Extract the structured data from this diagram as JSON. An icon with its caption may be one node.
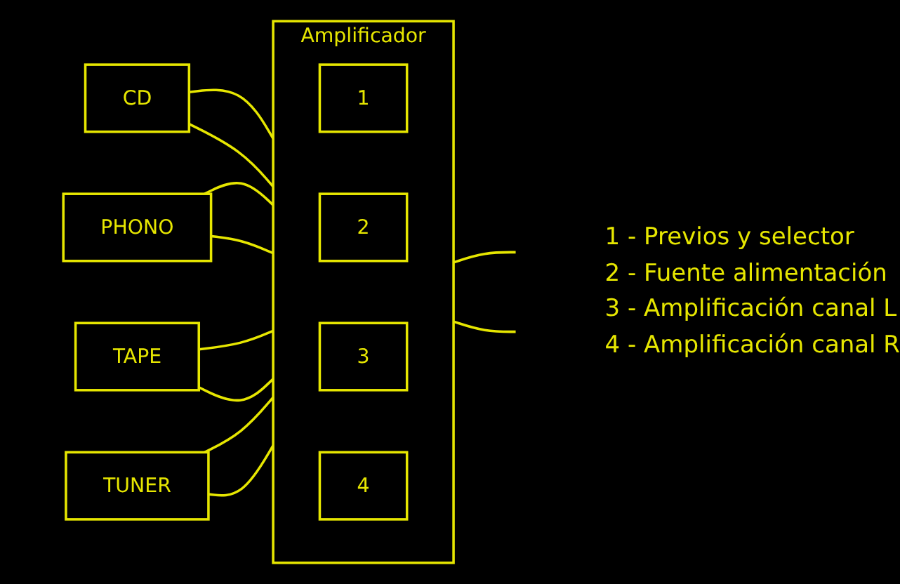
{
  "diagram": {
    "nodes": [
      {
        "text": [
          "CD"
        ]
      },
      {
        "text": [
          "PHONO"
        ]
      },
      {
        "text": [
          "TAPE"
        ]
      },
      {
        "text": [
          "TUNER"
        ]
      },
      {
        "text": [
          "Amplificador"
        ]
      },
      {
        "text": [
          "1"
        ],
        "in": 4
      },
      {
        "text": [
          "2"
        ],
        "in": 4
      },
      {
        "text": [
          "3"
        ],
        "in": 4
      },
      {
        "text": [
          "4"
        ],
        "in": 4
      }
    ],
    "edges": [
      {
        "from": 0,
        "to": 4,
        "arrow": "none"
      },
      {
        "from": 0,
        "to": 4,
        "arrow": "none"
      },
      {
        "from": 1,
        "to": 4,
        "arrow": "none"
      },
      {
        "from": 1,
        "to": 4,
        "arrow": "none"
      },
      {
        "from": 2,
        "to": 4,
        "arrow": "none"
      },
      {
        "from": 2,
        "to": 4,
        "arrow": "none"
      },
      {
        "from": 3,
        "to": 4,
        "arrow": "none"
      },
      {
        "from": 3,
        "to": 4,
        "arrow": "none"
      },
      {
        "from": 4,
        "to": null,
        "arrow": "none"
      },
      {
        "from": 4,
        "to": null,
        "arrow": "none"
      }
    ],
    "labels": [
      "1 - Previos y selector",
      "2 - Fuente alimentación",
      "3 - Amplificación canal L",
      "4 - Amplificación canal R"
    ]
  }
}
